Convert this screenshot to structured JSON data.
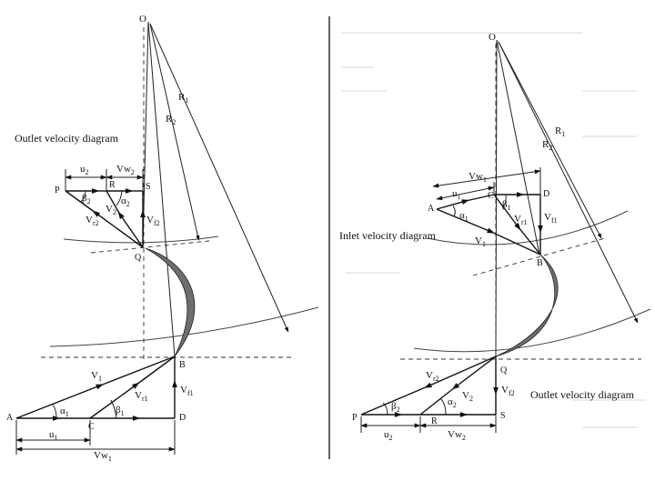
{
  "left": {
    "O": "O",
    "R1": "R",
    "R1sub": "1",
    "R2": "R",
    "R2sub": "2",
    "outlet_title": "Outlet velocity diagram",
    "u2": "u",
    "u2sub": "2",
    "Vw2": "Vw",
    "Vw2sub": "2",
    "P": "P",
    "R": "R",
    "S": "S",
    "Q": "Q",
    "beta2": "β",
    "beta2sub": "2",
    "alpha2": "α",
    "alpha2sub": "2",
    "Vr2": "V",
    "Vr2sub": "r2",
    "V2": "V",
    "V2sub": "2",
    "Vf2": "V",
    "Vf2sub": "f2",
    "B": "B",
    "V1": "V",
    "V1sub": "1",
    "Vr1": "V",
    "Vr1sub": "r1",
    "Vf1": "V",
    "Vf1sub": "f1",
    "A": "A",
    "C": "C",
    "D": "D",
    "alpha1": "α",
    "alpha1sub": "1",
    "beta1": "β",
    "beta1sub": "1",
    "u1": "u",
    "u1sub": "1",
    "Vw1": "Vw",
    "Vw1sub": "1"
  },
  "right": {
    "O": "O",
    "R1": "R",
    "R1sub": "1",
    "R2": "R",
    "R2sub": "2",
    "Vw1": "Vw",
    "Vw1sub": "1",
    "u1": "u",
    "u1sub": "1",
    "A": "A",
    "C": "C",
    "D": "D",
    "alpha1": "α",
    "alpha1sub": "1",
    "beta1": "β",
    "beta1sub": "1",
    "inlet_title": "Inlet velocity diagram",
    "V1": "V",
    "V1sub": "1",
    "Vr1": "V",
    "Vr1sub": "r1",
    "Vf1": "V",
    "Vf1sub": "f1",
    "B": "B",
    "Q": "Q",
    "Vr2": "V",
    "Vr2sub": "r2",
    "V2": "V",
    "V2sub": "2",
    "Vf2": "V",
    "Vf2sub": "f2",
    "beta2": "β",
    "beta2sub": "2",
    "alpha2": "α",
    "alpha2sub": "2",
    "P": "P",
    "R": "R",
    "S": "S",
    "u2": "u",
    "u2sub": "2",
    "Vw2": "Vw",
    "Vw2sub": "2",
    "outlet_title": "Outlet velocity diagram"
  },
  "colors": {
    "ink": "#111111",
    "blade": "#6e6e6e",
    "page": "#ffffff"
  }
}
